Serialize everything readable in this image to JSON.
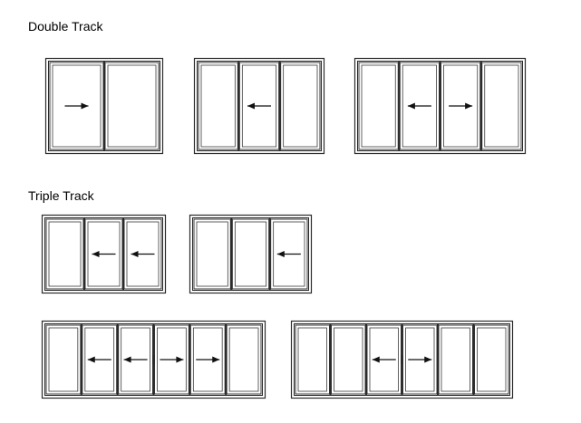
{
  "sections": [
    {
      "title": "Double Track",
      "configurations": [
        {
          "name": "double-track-2-panel",
          "panels": [
            1,
            1
          ],
          "arrows": [
            {
              "panel": 0,
              "dir": "right"
            }
          ]
        },
        {
          "name": "double-track-3-panel",
          "panels": [
            1,
            1,
            1
          ],
          "arrows": [
            {
              "panel": 1,
              "dir": "left"
            }
          ]
        },
        {
          "name": "double-track-4-panel",
          "panels": [
            1,
            1,
            1,
            1
          ],
          "arrows": [
            {
              "panel": 1,
              "dir": "left"
            },
            {
              "panel": 2,
              "dir": "right"
            }
          ]
        }
      ]
    },
    {
      "title": "Triple Track",
      "configurations": [
        {
          "name": "triple-track-3-panel-a",
          "panels": [
            1,
            1,
            1
          ],
          "arrows": [
            {
              "panel": 1,
              "dir": "left"
            },
            {
              "panel": 2,
              "dir": "left"
            }
          ]
        },
        {
          "name": "triple-track-3-panel-b",
          "panels": [
            1,
            1,
            1
          ],
          "arrows": [
            {
              "panel": 2,
              "dir": "left"
            }
          ]
        },
        {
          "name": "triple-track-6-panel",
          "panels": [
            1,
            1,
            1,
            1,
            1,
            1
          ],
          "arrows": [
            {
              "panel": 1,
              "dir": "left"
            },
            {
              "panel": 2,
              "dir": "left"
            },
            {
              "panel": 3,
              "dir": "right"
            },
            {
              "panel": 4,
              "dir": "right"
            }
          ],
          "handle_between": [
            2,
            3
          ]
        },
        {
          "name": "triple-track-6-panel-center",
          "panels": [
            1,
            1,
            1,
            1,
            1,
            1
          ],
          "arrows": [
            {
              "panel": 2,
              "dir": "left"
            },
            {
              "panel": 3,
              "dir": "right"
            }
          ],
          "handle_between": [
            2,
            3
          ]
        }
      ]
    }
  ],
  "colors": {
    "frame": "#2b2b2b",
    "panel": "#3a3a3a",
    "arrow": "#111111",
    "background": "#ffffff"
  }
}
